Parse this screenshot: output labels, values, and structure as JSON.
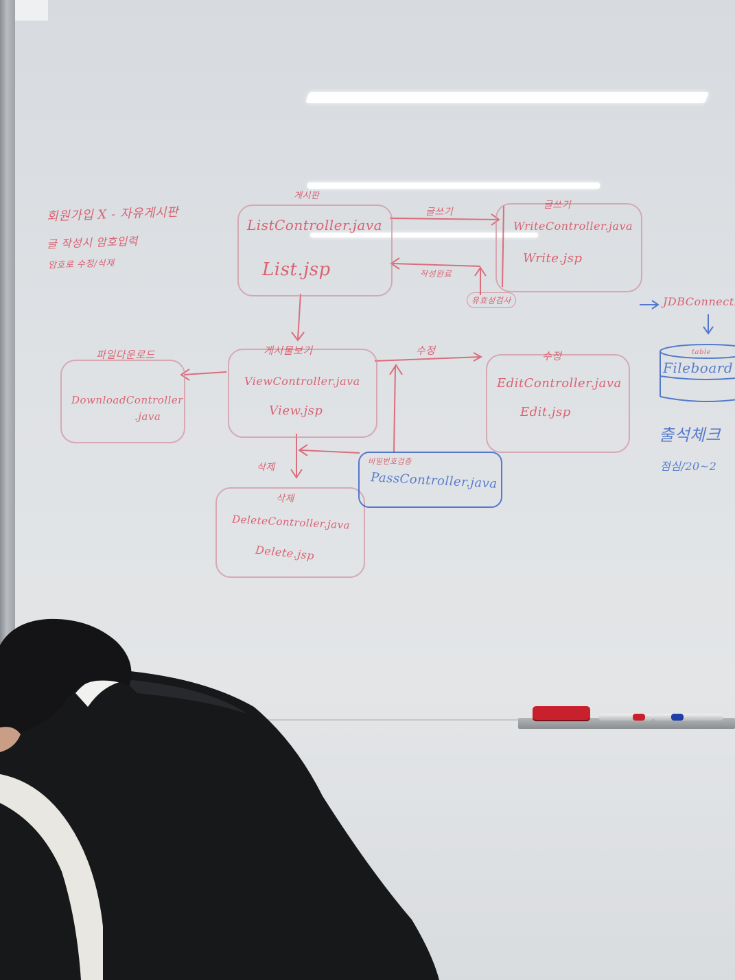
{
  "whiteboard": {
    "note_left": {
      "line1": "회원가입 X - 자유게시판",
      "line2": "글 작성시 암호입력",
      "line3": "암호로 수정/삭제"
    },
    "list_box": {
      "label": "게시판",
      "file1": "ListController.java",
      "file2": "List.jsp"
    },
    "write_box": {
      "label": "글쓰기",
      "file1": "WriteController.java",
      "file2": "Write.jsp"
    },
    "arrow_write_label": "글쓰기",
    "arrow_back_label": "작성완료",
    "validation_label": "유효성검사",
    "jdbc_label": "JDBConnectPool",
    "db": {
      "table_label": "table",
      "name": "Fileboard"
    },
    "out_of_scope_note": "출석체크",
    "check_note": "점심/20~2",
    "view_box": {
      "label": "게시물보기",
      "file1": "ViewController.java",
      "file2": "View.jsp"
    },
    "download_box": {
      "label": "파일다운로드",
      "file1": "DownloadController",
      "file2": ".java"
    },
    "edit_arrow_label": "수정",
    "edit_box": {
      "label": "수정",
      "file1": "EditController.java",
      "file2": "Edit.jsp"
    },
    "pass_box": {
      "label": "비밀번호검증",
      "file1": "PassController.java"
    },
    "delete_arrow_label": "삭제",
    "delete_box": {
      "label": "삭제",
      "file1": "DeleteController.java",
      "file2": "Delete.jsp"
    }
  }
}
